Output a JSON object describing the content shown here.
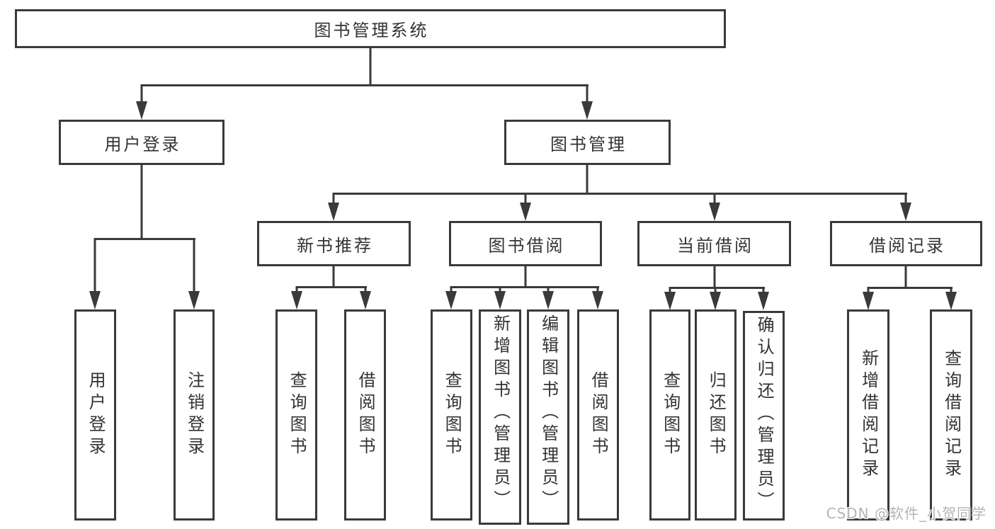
{
  "colors": {
    "line": "#3a3a3a",
    "text": "#333333",
    "watermark": "#b5b5b5",
    "background": "#ffffff"
  },
  "nodes": {
    "root": "图书管理系统",
    "user_login": "用户登录",
    "book_mgmt": "图书管理",
    "new_book_rec": "新书推荐",
    "book_borrow": "图书借阅",
    "current_borrow": "当前借阅",
    "borrow_records": "借阅记录",
    "leaf_user_login": "用户登录",
    "leaf_logout": "注销登录",
    "leaf_nbr_query_books": "查询图书",
    "leaf_nbr_borrow_books": "借阅图书",
    "leaf_bb_query_books": "查询图书",
    "leaf_bb_add_books": "新增图书（管理员）",
    "leaf_bb_edit_books": "编辑图书（管理员）",
    "leaf_bb_borrow_books": "借阅图书",
    "leaf_cb_query_books": "查询图书",
    "leaf_cb_return_books": "归还图书",
    "leaf_cb_confirm_return": "确认归还（管理员）",
    "leaf_br_add_record": "新增借阅记录",
    "leaf_br_query_record": "查询借阅记录"
  },
  "watermark": {
    "text": "CSDN @软件_小贺同学"
  }
}
